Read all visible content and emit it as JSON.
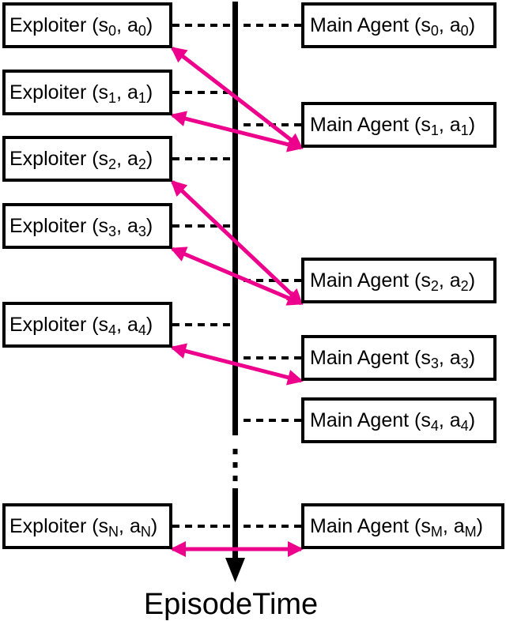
{
  "colors": {
    "arrow": "#EC008C",
    "line": "#000000",
    "box_border": "#000000",
    "background": "#FFFFFF"
  },
  "timeline": {
    "label": "EpisodeTime"
  },
  "left_boxes": [
    {
      "id": "e0",
      "pre": "Exploiter (s",
      "sub1": "0",
      "mid": ", a",
      "sub2": "0",
      "post": ")"
    },
    {
      "id": "e1",
      "pre": "Exploiter (s",
      "sub1": "1",
      "mid": ", a",
      "sub2": "1",
      "post": ")"
    },
    {
      "id": "e2",
      "pre": "Exploiter (s",
      "sub1": "2",
      "mid": ", a",
      "sub2": "2",
      "post": ")"
    },
    {
      "id": "e3",
      "pre": "Exploiter (s",
      "sub1": "3",
      "mid": ", a",
      "sub2": "3",
      "post": ")"
    },
    {
      "id": "e4",
      "pre": "Exploiter (s",
      "sub1": "4",
      "mid": ", a",
      "sub2": "4",
      "post": ")"
    },
    {
      "id": "eN",
      "pre": "Exploiter (s",
      "sub1": "N",
      "mid": ", a",
      "sub2": "N",
      "post": ")"
    }
  ],
  "right_boxes": [
    {
      "id": "m0",
      "pre": "Main Agent (s",
      "sub1": "0",
      "mid": ", a",
      "sub2": "0",
      "post": ")"
    },
    {
      "id": "m1",
      "pre": "Main Agent (s",
      "sub1": "1",
      "mid": ", a",
      "sub2": "1",
      "post": ")"
    },
    {
      "id": "m2",
      "pre": "Main Agent (s",
      "sub1": "2",
      "mid": ", a",
      "sub2": "2",
      "post": ")"
    },
    {
      "id": "m3",
      "pre": "Main Agent (s",
      "sub1": "3",
      "mid": ", a",
      "sub2": "3",
      "post": ")"
    },
    {
      "id": "m4",
      "pre": "Main Agent (s",
      "sub1": "4",
      "mid": ", a",
      "sub2": "4",
      "post": ")"
    },
    {
      "id": "mM",
      "pre": "Main Agent (s",
      "sub1": "M",
      "mid": ", a",
      "sub2": "M",
      "post": ")"
    }
  ],
  "connections": [
    {
      "from": "e0",
      "to": "m1"
    },
    {
      "from": "e1",
      "to": "m1"
    },
    {
      "from": "e2",
      "to": "m2"
    },
    {
      "from": "e3",
      "to": "m2"
    },
    {
      "from": "e4",
      "to": "m3"
    },
    {
      "from": "eN",
      "to": "mM"
    }
  ]
}
